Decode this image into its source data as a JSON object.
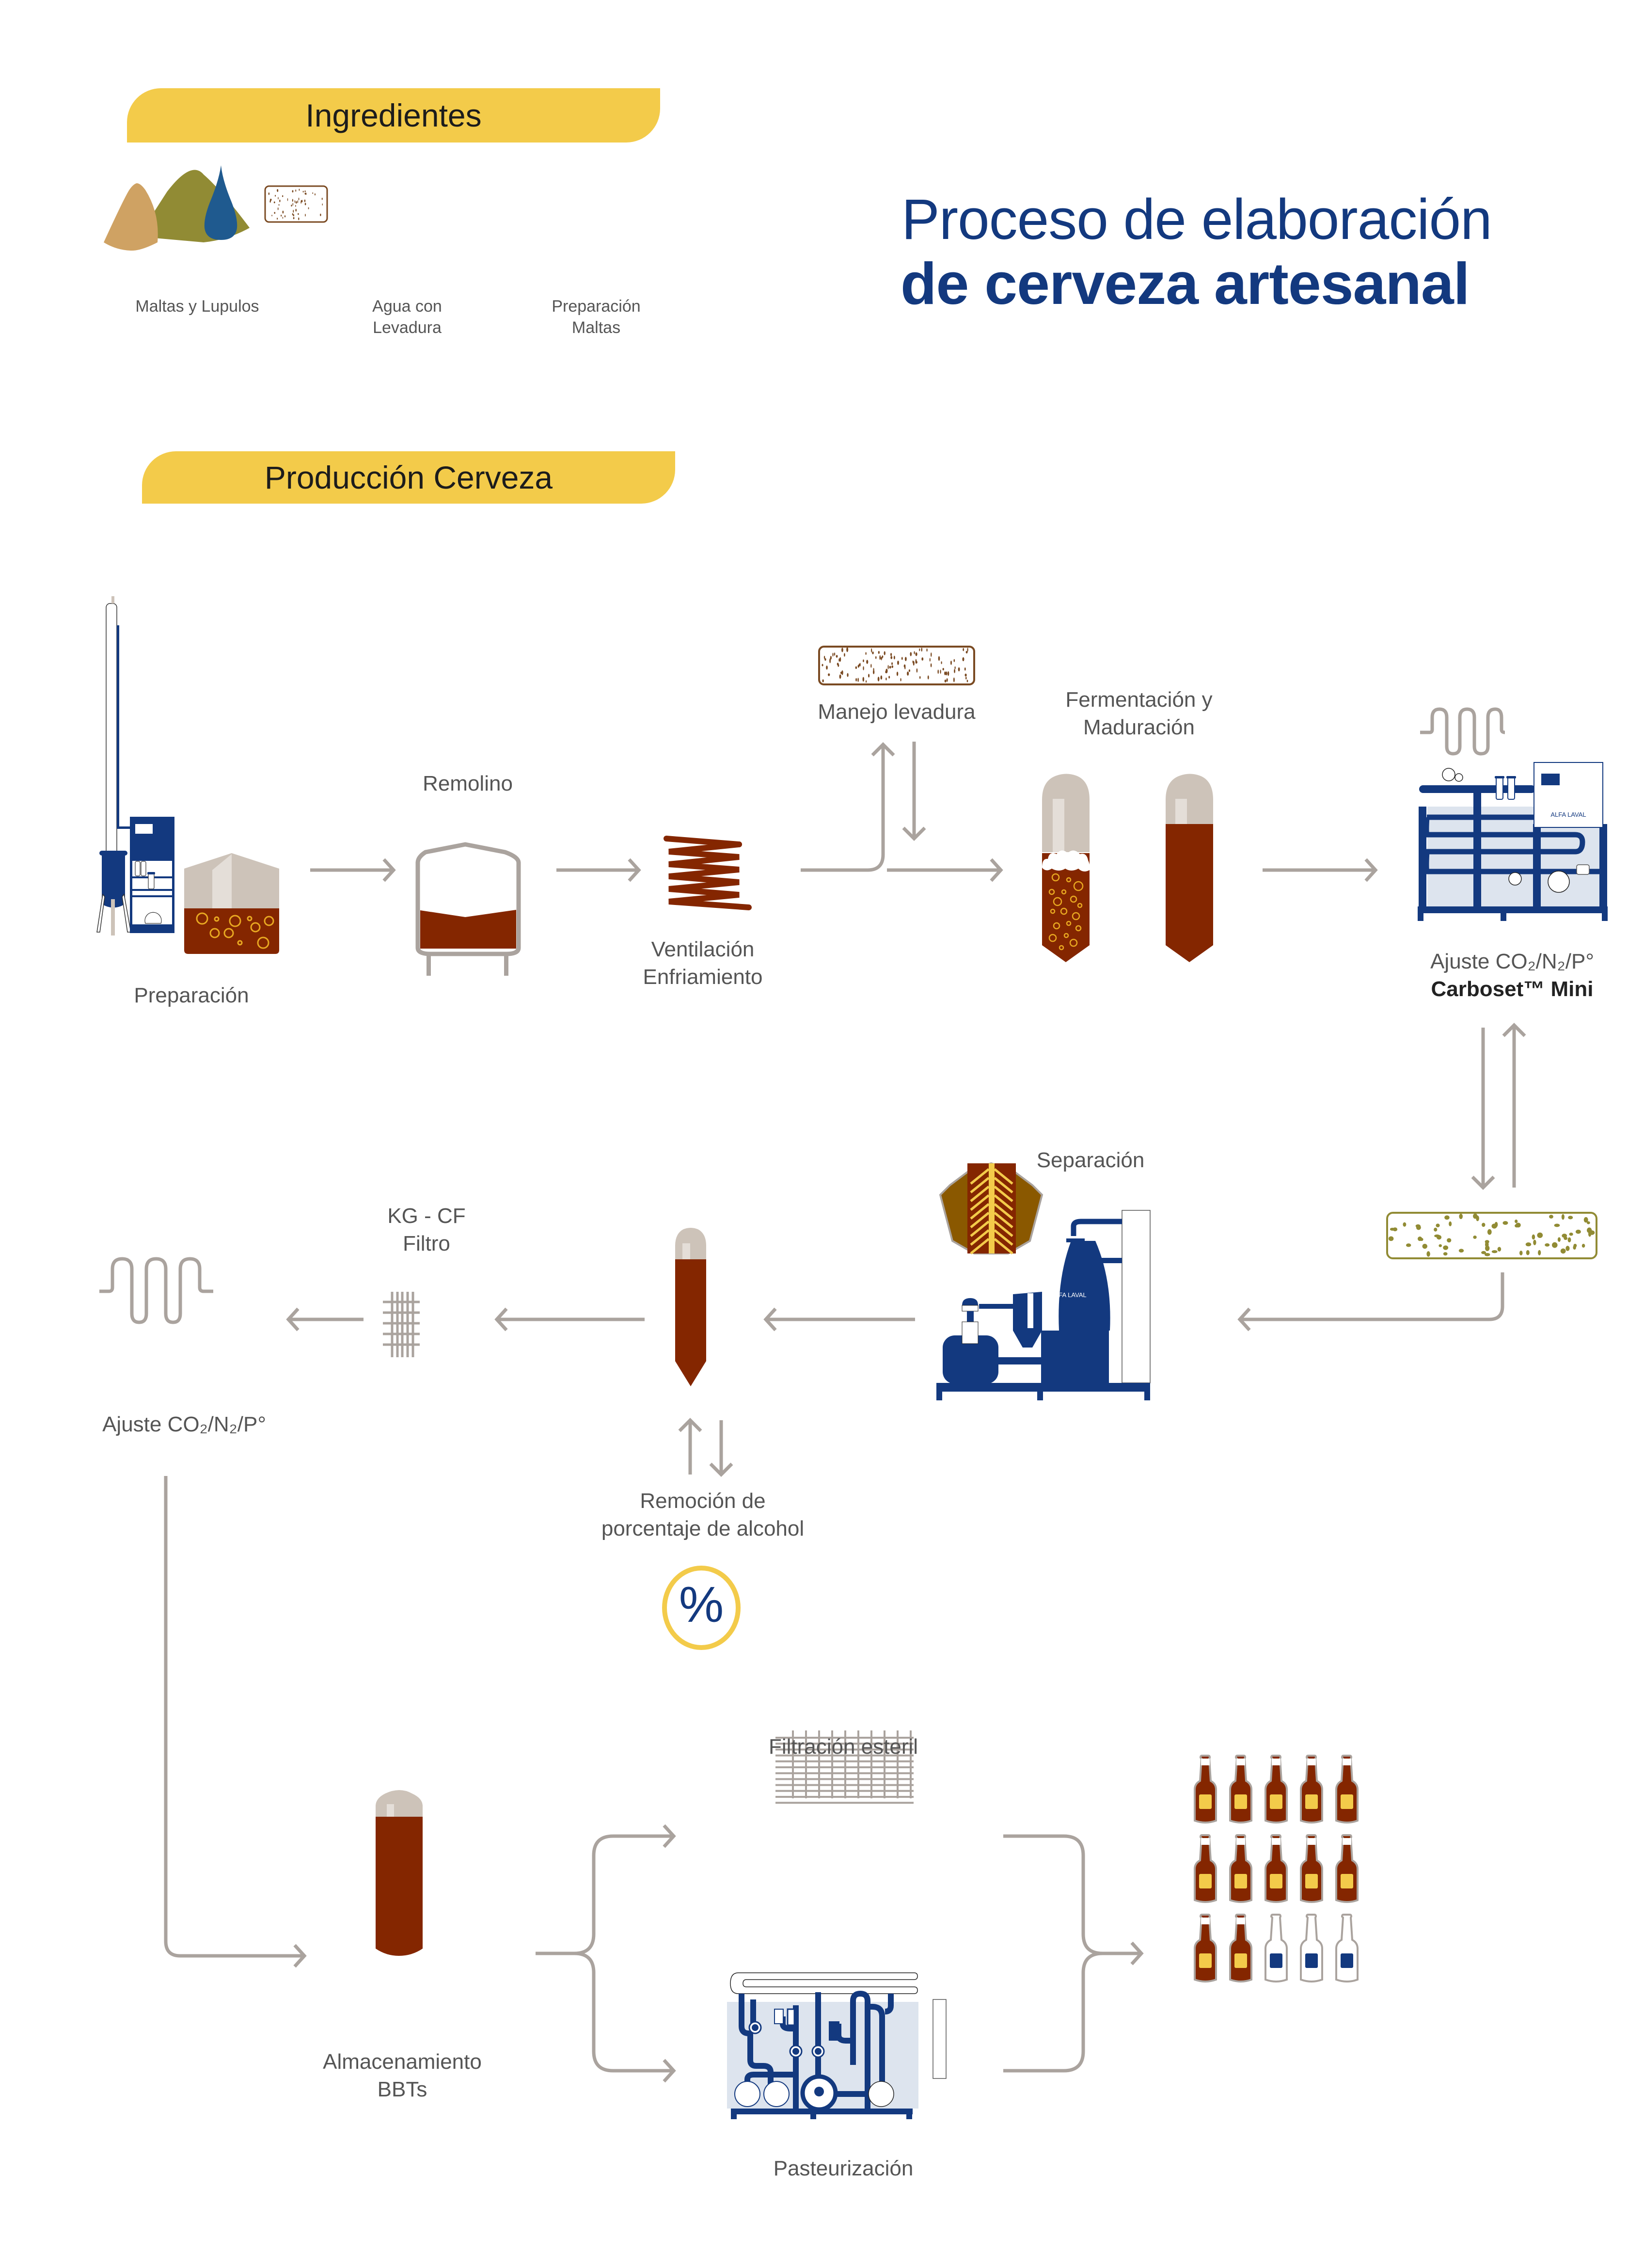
{
  "title": {
    "line1": "Proceso de elaboración",
    "line2": "de cerveza artesanal"
  },
  "colors": {
    "yellow": "#f3cb4a",
    "navy": "#13397f",
    "beer": "#842600",
    "arrow_gray": "#aaa39e",
    "tank_top": "#cdc3b9",
    "malt": "#cfa263",
    "hop": "#918b34",
    "water": "#1f5a8f"
  },
  "ingredients": {
    "banner": "Ingredientes",
    "items": [
      {
        "icon": "malt-hop-piles-icon",
        "label": "Maltas y Lupulos"
      },
      {
        "icon": "water-drop-icon",
        "label_line1": "Agua con",
        "label_line2": "Levadura"
      },
      {
        "icon": "malt-preparation-icon",
        "label_line1": "Preparación",
        "label_line2": "Maltas"
      }
    ]
  },
  "production": {
    "banner": "Producción Cerveza",
    "steps": {
      "preparacion": "Preparación",
      "remolino": "Remolino",
      "ventilacion_1": "Ventilación",
      "ventilacion_2": "Enfriamiento",
      "manejo_levadura": "Manejo levadura",
      "fermentacion_1": "Fermentación y",
      "fermentacion_2": "Maduración",
      "ajuste_carboset_1": "Ajuste CO₂/N₂/P°",
      "ajuste_carboset_2": "Carboset™ Mini",
      "separacion": "Separación",
      "kg_cf_1": "KG - CF",
      "kg_cf_2": "Filtro",
      "ajuste_2": "Ajuste CO₂/N₂/P°",
      "remocion_1": "Remoción de",
      "remocion_2": "porcentaje de alcohol",
      "percent_symbol": "%",
      "almacenamiento_1": "Almacenamiento",
      "almacenamiento_2": "BBTs",
      "filtracion": "Filtración esteril",
      "pasteurizacion": "Pasteurización"
    },
    "bottles": {
      "rows": 3,
      "per_row": 5,
      "beer_filled": 12,
      "empty_blue_label": 3
    }
  }
}
